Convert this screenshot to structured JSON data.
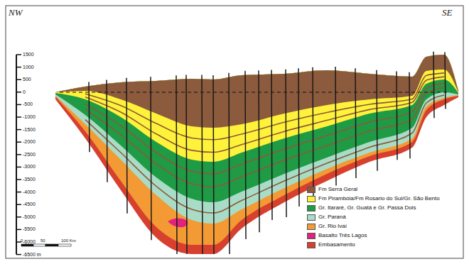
{
  "diagram": {
    "labels": [
      "NW",
      "SE",
      "1500",
      "1000",
      "500",
      "0",
      "-500",
      "-1000",
      "-1500",
      "-2000",
      "-2500",
      "-3000",
      "-3500",
      "-4000",
      "-4500",
      "-5000",
      "-5500",
      "-6000",
      "-6500 m",
      "0",
      "50",
      "100 Km"
    ],
    "legend": [
      {
        "text": "Fm Serra Geral",
        "color": "#8c5a3c"
      },
      {
        "text": "Fm Pirambóia/Fm Rosario do Sul/Gr. São Bento",
        "color": "#fff23a"
      },
      {
        "text": "Gr. Itararé, Gr. Guatá e Gr. Passa Dois",
        "color": "#1f9a45"
      },
      {
        "text": "Gr. Paraná",
        "color": "#a9dcc6"
      },
      {
        "text": "Gr. Rio Ivaí",
        "color": "#f39a34"
      },
      {
        "text": "Basalto Três Lagos",
        "color": "#e2237d"
      },
      {
        "text": "Embasamento",
        "color": "#d7402e"
      }
    ]
  }
}
